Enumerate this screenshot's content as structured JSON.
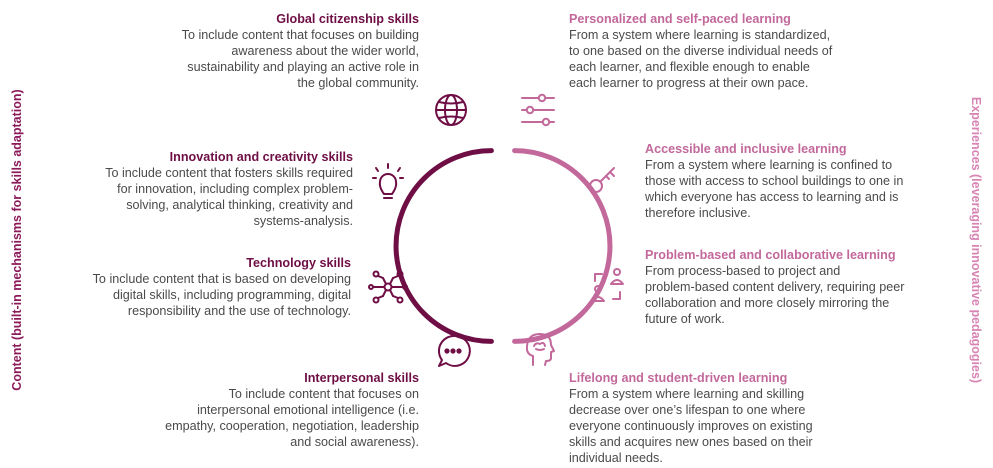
{
  "side_labels": {
    "left": "Content (built-in mechanisms for skills adaptation)",
    "right": "Experiences (leveraging innovative pedagogies)"
  },
  "left_items": [
    {
      "title": "Global citizenship skills",
      "lines": [
        "To include content that focuses on building",
        "awareness about the wider world,",
        "sustainability and playing an active role in",
        "the global community."
      ],
      "icon": "globe-icon"
    },
    {
      "title": "Innovation and creativity skills",
      "lines": [
        "To include content that fosters skills required",
        "for innovation, including complex problem-",
        "solving, analytical thinking, creativity and",
        "systems-analysis."
      ],
      "icon": "lightbulb-icon"
    },
    {
      "title": "Technology skills",
      "lines": [
        "To include content that is based on developing",
        "digital skills, including programming, digital",
        "responsibility and the use of technology."
      ],
      "icon": "circuit-icon"
    },
    {
      "title": "Interpersonal skills",
      "lines": [
        "To include content that focuses on",
        "interpersonal emotional intelligence (i.e.",
        "empathy, cooperation, negotiation, leadership",
        "and social awareness)."
      ],
      "icon": "chat-bubble-icon"
    }
  ],
  "right_items": [
    {
      "title": "Personalized and self-paced learning",
      "lines": [
        "From a system where learning is standardized,",
        "to one based on the diverse individual needs of",
        "each learner, and flexible enough to enable",
        "each learner to progress at their own pace."
      ],
      "icon": "sliders-icon"
    },
    {
      "title": "Accessible and inclusive learning",
      "lines": [
        "From a system where learning is confined to",
        "those with access to school buildings to one in",
        "which everyone has access to learning and is",
        "therefore inclusive."
      ],
      "icon": "key-icon"
    },
    {
      "title": "Problem-based and collaborative learning",
      "lines": [
        "From process-based to project and",
        "problem-based content delivery, requiring peer",
        "collaboration and  more closely mirroring the",
        "future of work."
      ],
      "icon": "collaboration-icon"
    },
    {
      "title": "Lifelong and student-driven learning",
      "lines": [
        "From a system where learning and skilling",
        "decrease over one’s lifespan to one where",
        "everyone continuously improves on existing",
        "skills and acquires new ones based on their",
        "individual needs."
      ],
      "icon": "head-brain-icon"
    }
  ],
  "colors": {
    "content_accent": "#6e0e45",
    "experience_accent": "#c2689b"
  }
}
